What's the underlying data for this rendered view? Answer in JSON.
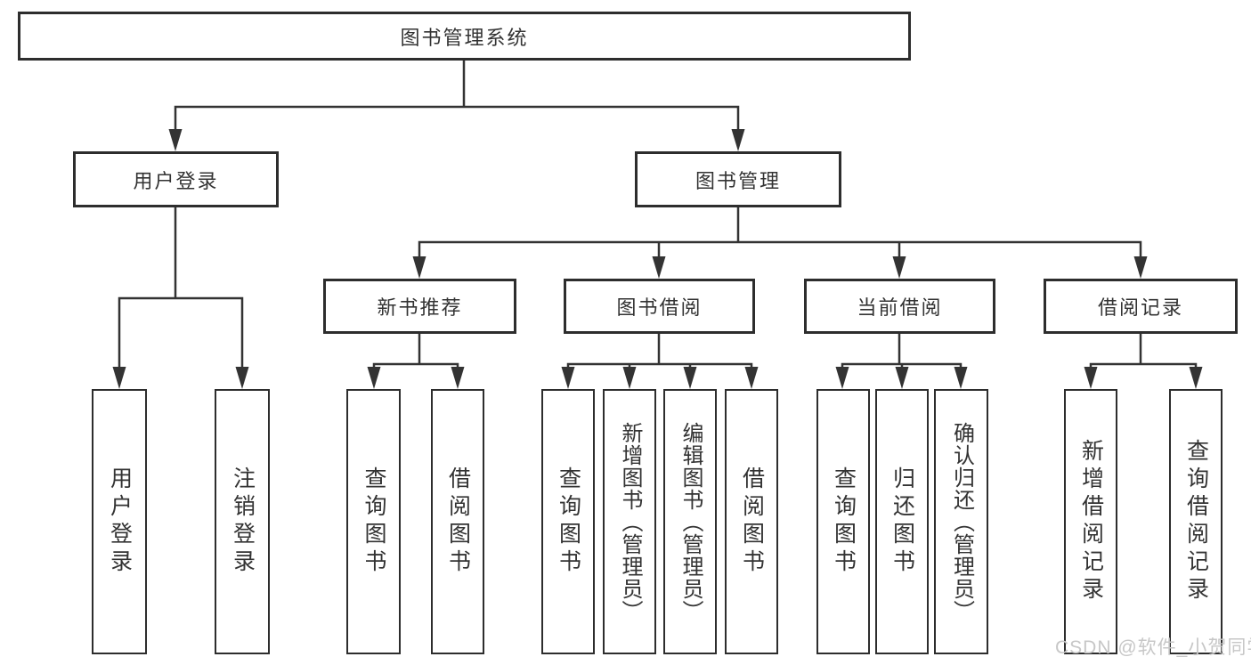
{
  "tree": {
    "root": "图书管理系统",
    "children": [
      {
        "label": "用户登录",
        "leaves": [
          "用户登录",
          "注销登录"
        ]
      },
      {
        "label": "图书管理",
        "children": [
          {
            "label": "新书推荐",
            "leaves": [
              "查询图书",
              "借阅图书"
            ]
          },
          {
            "label": "图书借阅",
            "leaves": [
              "查询图书",
              "新增图书（管理员）",
              "编辑图书（管理员）",
              "借阅图书"
            ]
          },
          {
            "label": "当前借阅",
            "leaves": [
              "查询图书",
              "归还图书",
              "确认归还（管理员）"
            ]
          },
          {
            "label": "借阅记录",
            "leaves": [
              "新增借阅记录",
              "查询借阅记录"
            ]
          }
        ]
      }
    ]
  },
  "watermark": {
    "text": "CSDN @软件_小贺同学"
  },
  "colors": {
    "line": "#333333",
    "box_border": "#2d2d2d",
    "box_bg": "#ffffff",
    "text": "#333333",
    "watermark": "#c7c7c7"
  }
}
